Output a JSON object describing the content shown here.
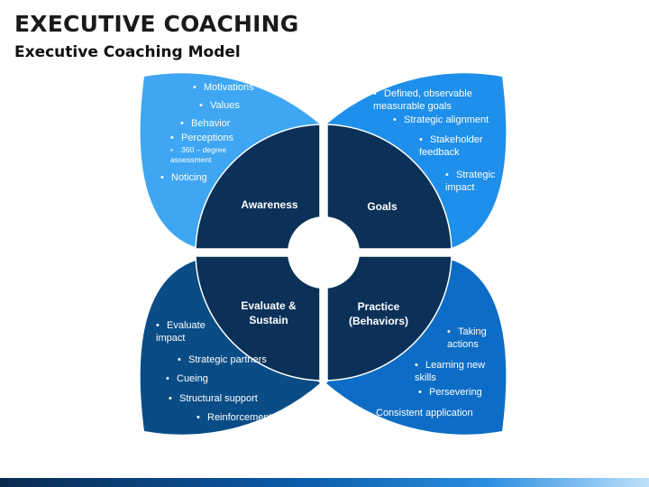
{
  "header": {
    "title": "EXECUTIVE COACHING",
    "subtitle": "Executive Coaching Model"
  },
  "colors": {
    "petal_top_left": "#3ea6f2",
    "petal_top_right": "#1e8fea",
    "petal_bottom_left": "#0a4c86",
    "petal_bottom_right": "#0d6dc6",
    "quadrant": "#0b3158",
    "accent_bar": "#0b5aa8"
  },
  "quadrants": {
    "awareness": {
      "label": "Awareness",
      "bullets": [
        "Motivations",
        "Values",
        "Behavior",
        "Perceptions",
        "360 – degree assessment",
        "Noticing"
      ]
    },
    "goals": {
      "label": "Goals",
      "bullets": [
        "Defined, observable measurable goals",
        "Strategic alignment",
        "Stakeholder feedback",
        "Strategic impact"
      ]
    },
    "evaluate": {
      "label_line1": "Evaluate &",
      "label_line2": "Sustain",
      "bullets": [
        "Evaluate impact",
        "Strategic partners",
        "Cueing",
        "Structural support",
        "Reinforcement"
      ]
    },
    "practice": {
      "label_line1": "Practice",
      "label_line2": "(Behaviors)",
      "bullets": [
        "Taking actions",
        "Learning new skills",
        "Persevering",
        "Consistent application"
      ]
    }
  }
}
